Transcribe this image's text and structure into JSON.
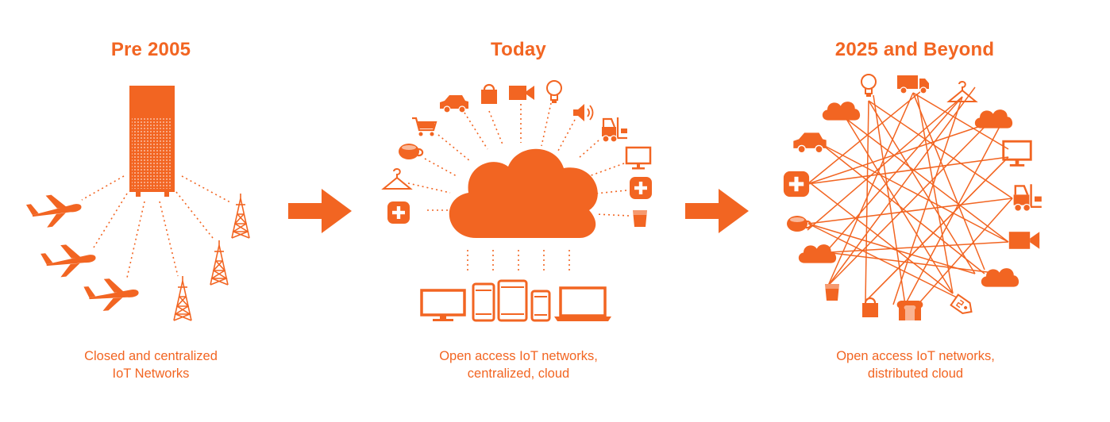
{
  "colors": {
    "accent": "#F26522",
    "background": "#ffffff"
  },
  "panels": [
    {
      "title": "Pre 2005",
      "caption": [
        "Closed and centralized",
        "IoT Networks"
      ],
      "icons": [
        "server-tower",
        "airplane",
        "airplane",
        "airplane",
        "radio-tower",
        "radio-tower",
        "radio-tower"
      ]
    },
    {
      "title": "Today",
      "caption": [
        "Open access IoT networks,",
        "centralized, cloud"
      ],
      "icons": [
        "cloud",
        "car",
        "shopping-bag",
        "video-camera",
        "light-bulb",
        "speaker",
        "forklift",
        "monitor",
        "medical-plus",
        "cup",
        "shopping-cart",
        "coffee-cup",
        "clothes-hanger",
        "medical-plus",
        "desktop-monitor",
        "phone",
        "tablet",
        "phone",
        "laptop"
      ]
    },
    {
      "title": "2025 and Beyond",
      "caption": [
        "Open access IoT networks,",
        "distributed cloud"
      ],
      "icons": [
        "light-bulb",
        "truck",
        "clothes-hanger",
        "cloud",
        "cloud",
        "car",
        "monitor",
        "medical-plus",
        "forklift",
        "coffee-cup",
        "video-camera",
        "cloud",
        "cloud",
        "cup",
        "shopping-bag",
        "bread",
        "price-tag"
      ]
    }
  ],
  "arrows": [
    "right-arrow",
    "right-arrow"
  ]
}
